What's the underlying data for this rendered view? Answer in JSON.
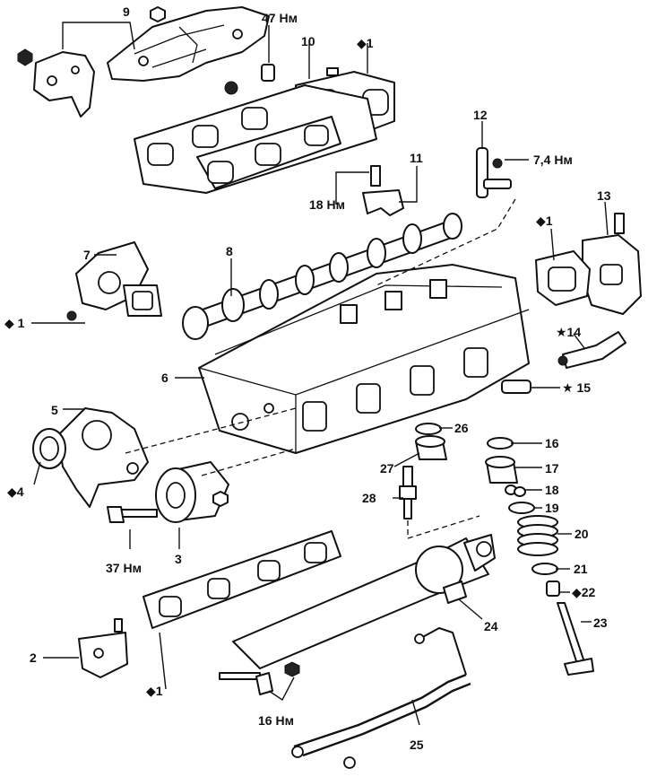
{
  "labels": {
    "l9": "9",
    "l47": "47 Нм",
    "l10": "10",
    "l1_top": "◆1",
    "l12": "12",
    "l74": "7,4 Нм",
    "l11": "11",
    "l18nm": "18 Нм",
    "l13": "13",
    "l7": "7",
    "l8": "8",
    "l1_r": "◆1",
    "l1_l": "◆ 1",
    "l14": "★14",
    "l6": "6",
    "l15": "★ 15",
    "l5": "5",
    "l26": "26",
    "l16": "16",
    "l4": "◆4",
    "l27": "27",
    "l17": "17",
    "l18": "18",
    "l28": "28",
    "l19": "19",
    "l20": "20",
    "l3": "3",
    "l37": "37 Нм",
    "l21": "21",
    "l22": "◆22",
    "l24": "24",
    "l2": "2",
    "l23": "23",
    "l1_bot": "◆1",
    "l16nm": "16 Нм",
    "l25": "25"
  }
}
